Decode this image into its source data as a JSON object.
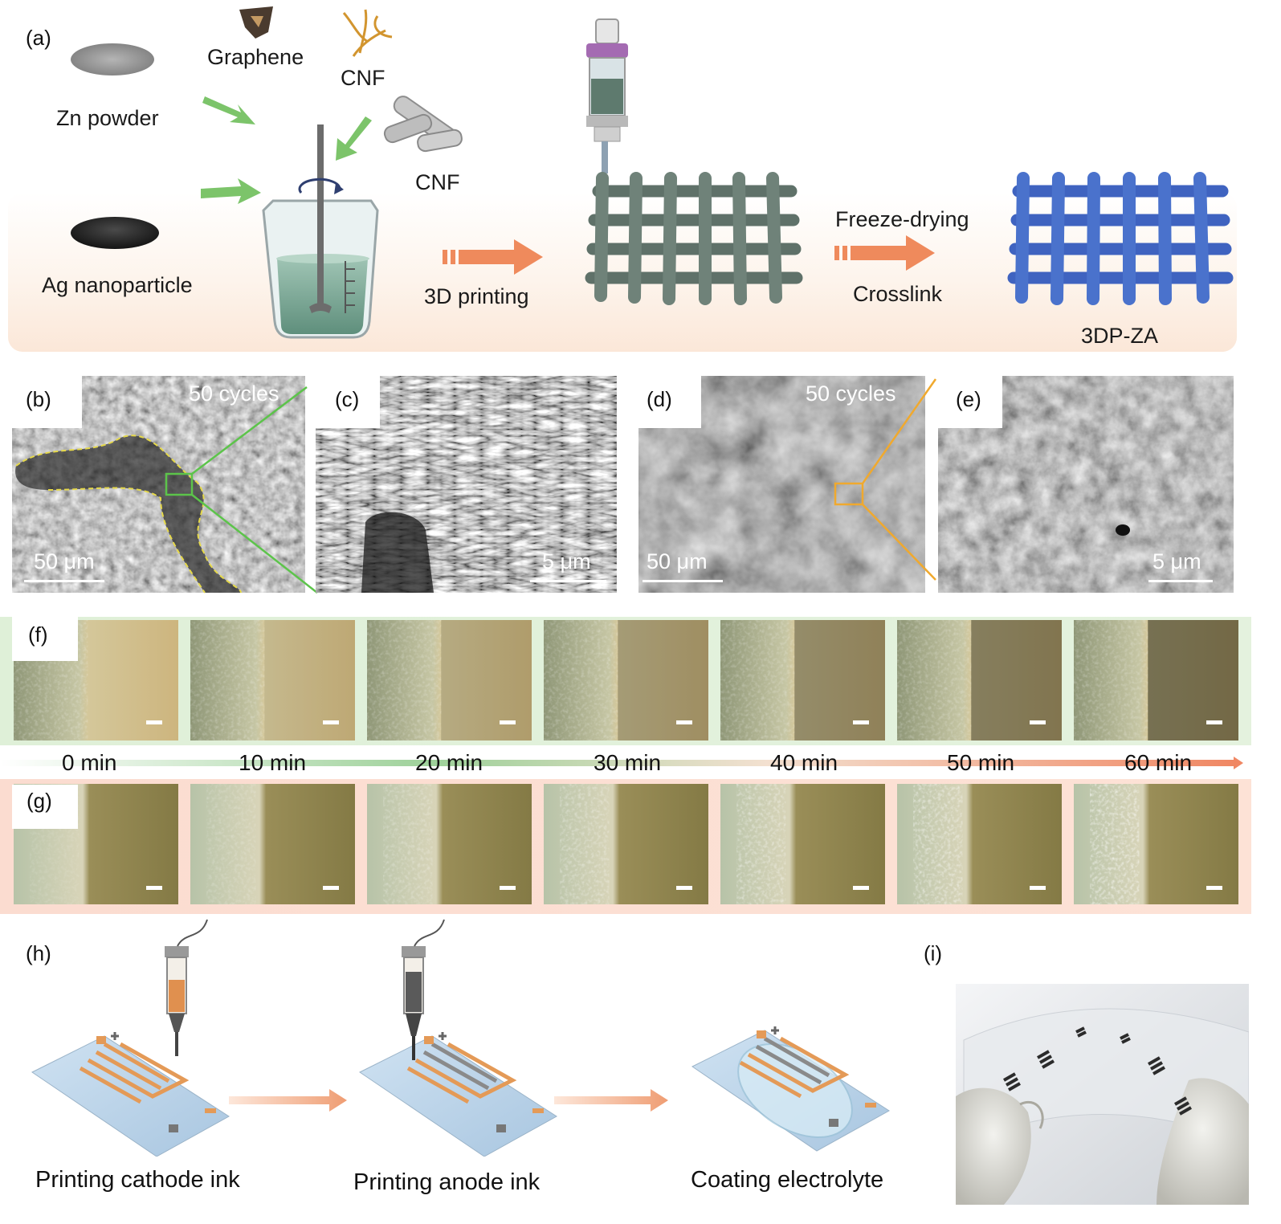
{
  "panel_a": {
    "letter": "(a)",
    "materials": {
      "zn": "Zn powder",
      "ag": "Ag nanoparticle",
      "graphene": "Graphene",
      "cnf_top": "CNF",
      "cnf_tube": "CNF"
    },
    "step1": "3D printing",
    "step2_top": "Freeze-drying",
    "step2_bottom": "Crosslink",
    "product": "3DP-ZA"
  },
  "sem": {
    "b": {
      "letter": "(b)",
      "cycles": "50 cycles",
      "scale": "50 μm"
    },
    "c": {
      "letter": "(c)",
      "scale": "5 μm"
    },
    "d": {
      "letter": "(d)",
      "cycles": "50 cycles",
      "scale": "50 μm"
    },
    "e": {
      "letter": "(e)",
      "scale": "5 μm"
    }
  },
  "timeline": {
    "f_letter": "(f)",
    "g_letter": "(g)",
    "times": [
      "0 min",
      "10 min",
      "20 min",
      "30 min",
      "40 min",
      "50 min",
      "60 min"
    ]
  },
  "panel_h": {
    "letter": "(h)",
    "steps": [
      "Printing cathode ink",
      "Printing anode ink",
      "Coating electrolyte"
    ]
  },
  "panel_i": {
    "letter": "(i)"
  },
  "colors": {
    "arrow_orange": "#ef8a5c",
    "arrow_green": "#7cc46a",
    "lattice_gray": "#5f7169",
    "lattice_blue": "#3f63c0",
    "ink_orange": "#e49a57"
  }
}
